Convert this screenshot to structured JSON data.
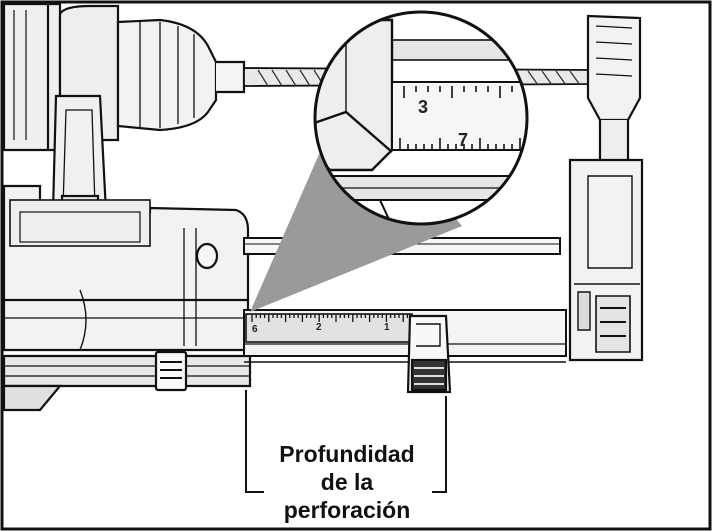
{
  "caption": {
    "line1": "Profundidad",
    "line2": "de la",
    "line3": "perforación"
  },
  "magnifier": {
    "scale_top": "3",
    "scale_bottom": "7"
  },
  "ruler": {
    "labels": [
      "6",
      "2",
      "1"
    ]
  },
  "colors": {
    "ink": "#111111",
    "callout_fill": "#9a9a9a",
    "light_gray": "#e6e6e6",
    "mid_gray": "#c8c8c8",
    "dark_gray": "#555555"
  }
}
